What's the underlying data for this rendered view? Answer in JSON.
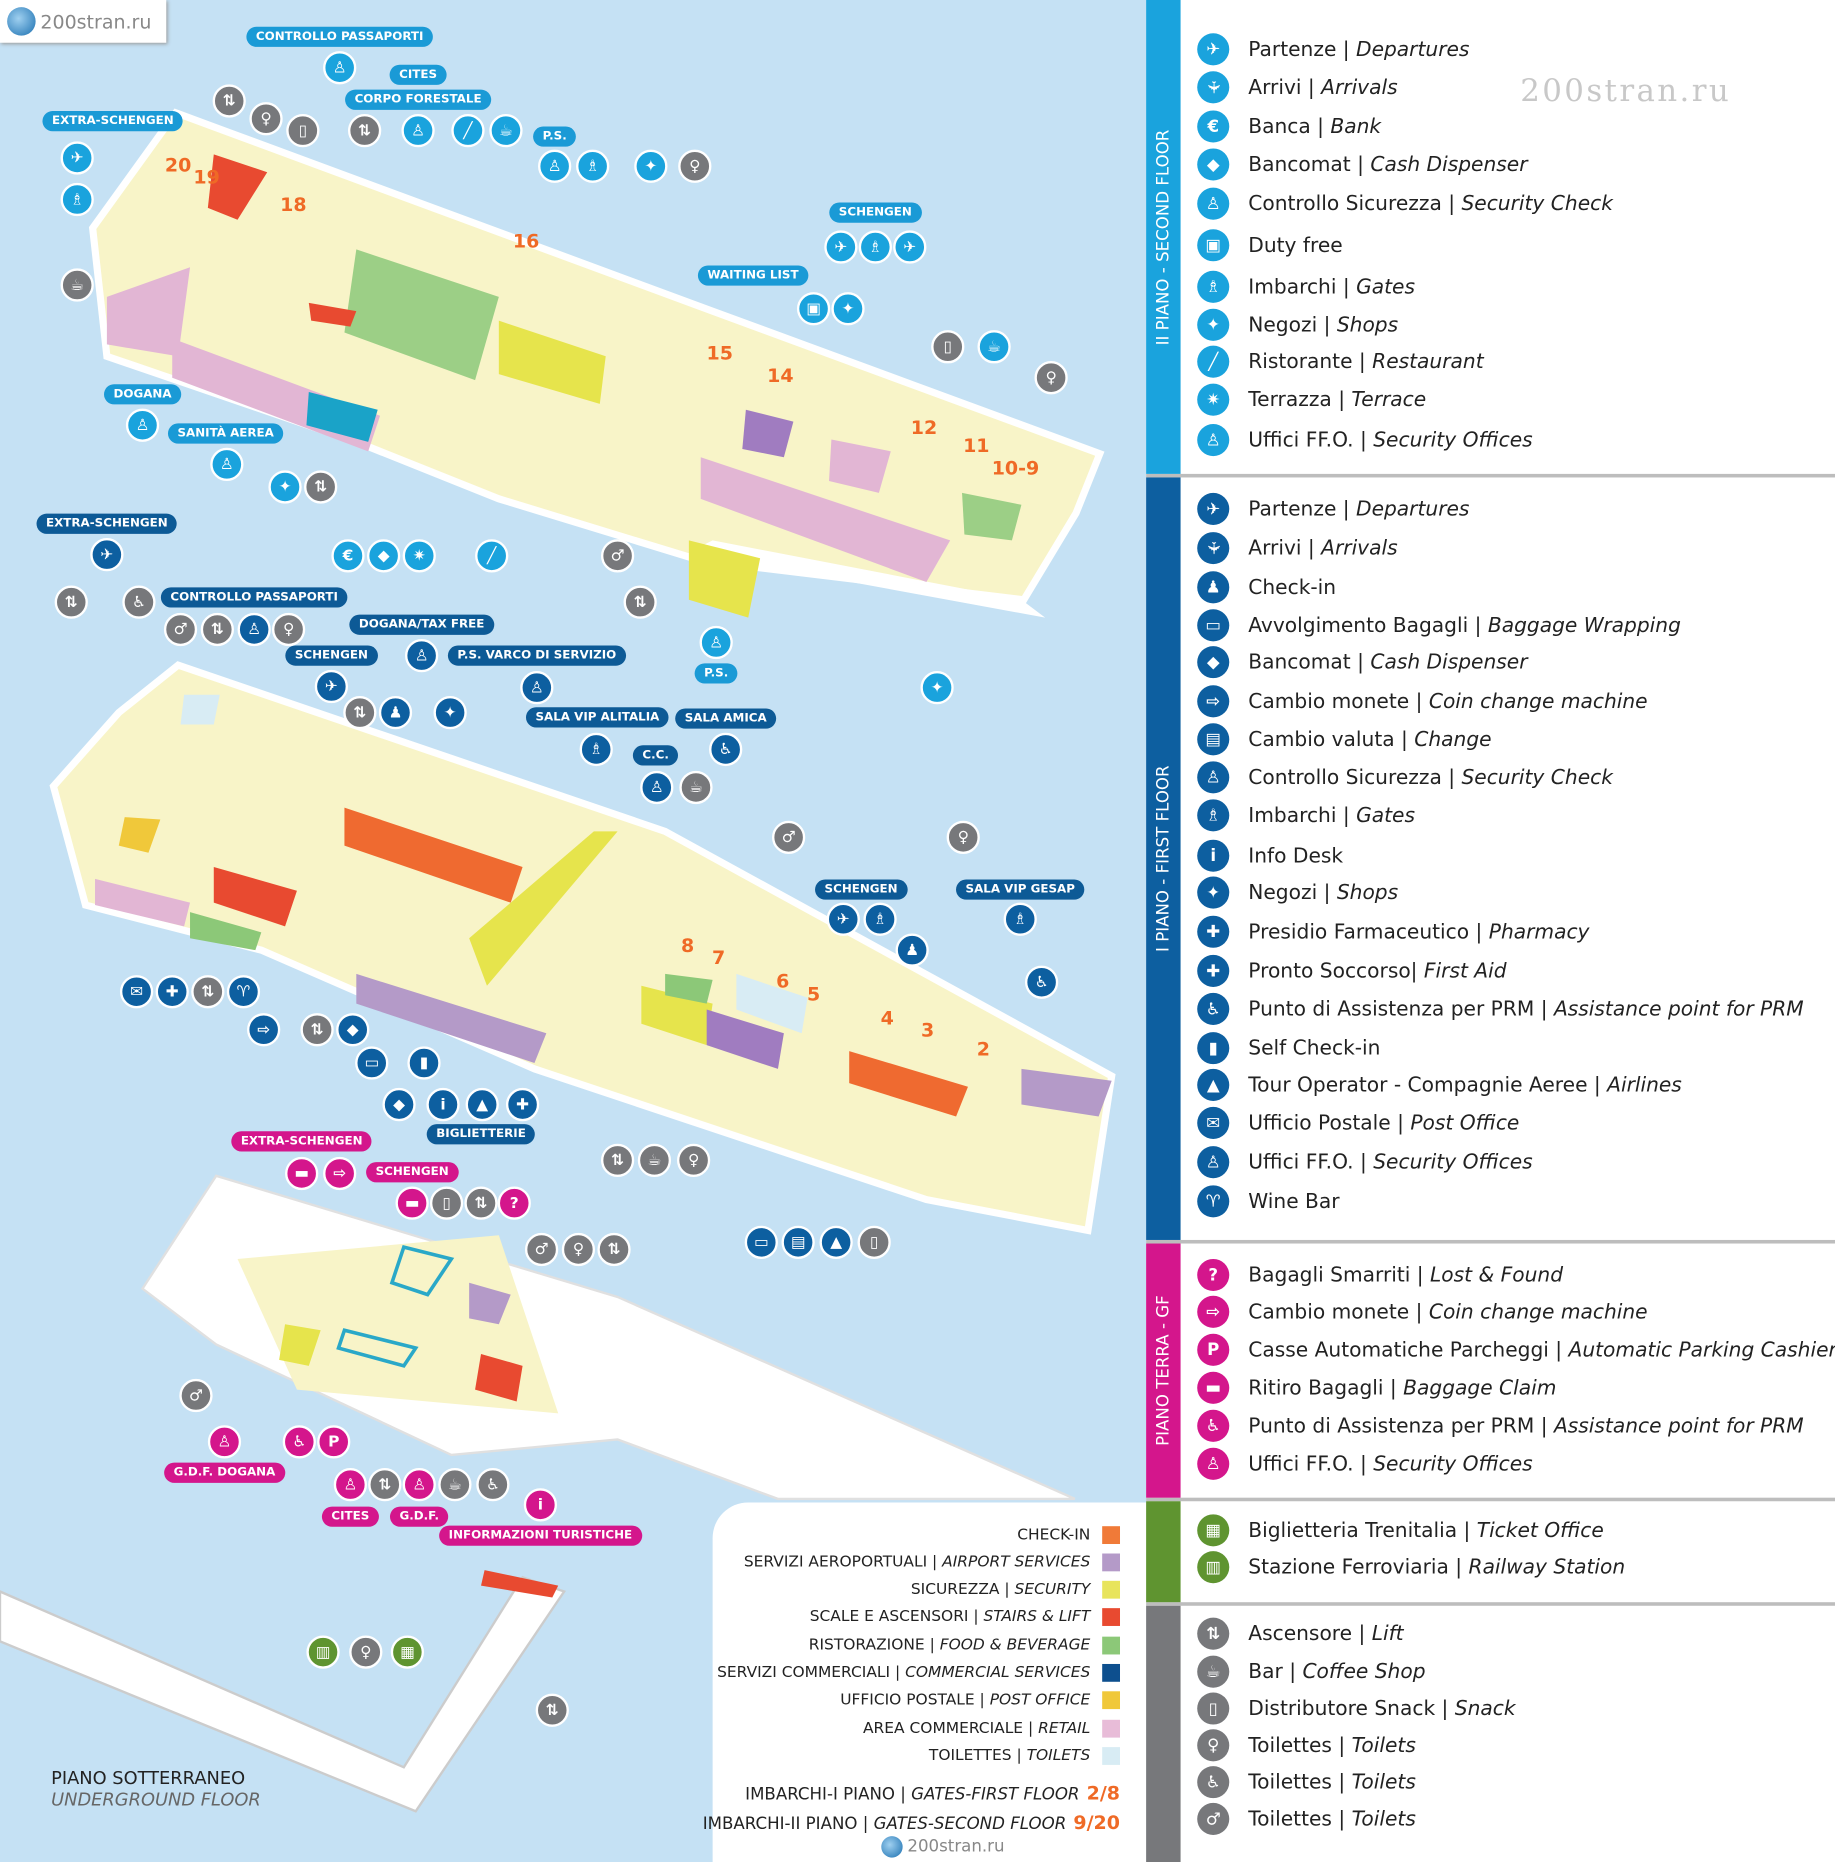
{
  "watermark": "200stran.ru",
  "map": {
    "second_floor_labels": [
      "CONTROLLO PASSAPORTI",
      "CITES",
      "CORPO FORESTALE",
      "EXTRA-SCHENGEN",
      "P.S.",
      "SCHENGEN",
      "WAITING LIST",
      "DOGANA",
      "SANITÀ AEREA"
    ],
    "first_floor_labels": [
      "EXTRA-SCHENGEN",
      "CONTROLLO PASSAPORTI",
      "DOGANA/TAX FREE",
      "SCHENGEN",
      "P.S. VARCO DI SERVIZIO",
      "SALA VIP ALITALIA",
      "SALA AMICA",
      "C.C.",
      "P.S.",
      "SCHENGEN",
      "SALA VIP GESAP",
      "BIGLIETTERIE"
    ],
    "ground_floor_labels": [
      "EXTRA-SCHENGEN",
      "SCHENGEN",
      "G.D.F. DOGANA",
      "CITES",
      "G.D.F.",
      "INFORMAZIONI TURISTICHE"
    ],
    "second_floor_gates": [
      "20",
      "19",
      "18",
      "16",
      "15",
      "14",
      "12",
      "11",
      "10-9"
    ],
    "first_floor_gates": [
      "8",
      "7",
      "6",
      "5",
      "4",
      "3",
      "2"
    ],
    "underground": {
      "label_it": "PIANO SOTTERRANEO",
      "label_en": "UNDERGROUND FLOOR"
    }
  },
  "key": {
    "areas": [
      {
        "it": "CHECK-IN",
        "en": "",
        "color": "#f07a38"
      },
      {
        "it": "SERVIZI AEROPORTUALI | ",
        "en": "AIRPORT SERVICES",
        "color": "#b49ac8"
      },
      {
        "it": "SICUREZZA | ",
        "en": "SECURITY",
        "color": "#e8e45c"
      },
      {
        "it": "SCALE E ASCENSORI  |  ",
        "en": "STAIRS & LIFT",
        "color": "#e84a30"
      },
      {
        "it": "RISTORAZIONE | ",
        "en": "FOOD & BEVERAGE",
        "color": "#8cc878"
      },
      {
        "it": "SERVIZI COMMERCIALI | ",
        "en": "COMMERCIAL SERVICES",
        "color": "#0d4f8e"
      },
      {
        "it": "UFFICIO POSTALE | ",
        "en": "POST OFFICE",
        "color": "#f0c83a"
      },
      {
        "it": "AREA COMMERCIALE | ",
        "en": "RETAIL",
        "color": "#e8bcd8"
      },
      {
        "it": "TOILETTES | ",
        "en": "TOILETS",
        "color": "#d8ecf4"
      }
    ],
    "gates": [
      {
        "it": "IMBARCHI-I PIANO | ",
        "en": "GATES-FIRST FLOOR",
        "range": "2/8"
      },
      {
        "it": "IMBARCHI-II PIANO | ",
        "en": "GATES-SECOND FLOOR",
        "range": "9/20"
      }
    ]
  },
  "legend": {
    "second_floor": {
      "title": "II PIANO - SECOND FLOOR",
      "color": "#1aa3dd",
      "items": [
        {
          "icon": "departures-icon",
          "it": "Partenze | ",
          "en": "Departures"
        },
        {
          "icon": "arrivals-icon",
          "it": "Arrivi | ",
          "en": "Arrivals"
        },
        {
          "icon": "bank-icon",
          "it": "Banca | ",
          "en": "Bank"
        },
        {
          "icon": "cash-dispenser-icon",
          "it": "Bancomat | ",
          "en": "Cash Dispenser"
        },
        {
          "icon": "security-check-icon",
          "it": "Controllo Sicurezza | ",
          "en": "Security Check"
        },
        {
          "icon": "duty-free-icon",
          "it": "Duty free",
          "en": ""
        },
        {
          "icon": "gates-icon",
          "it": "Imbarchi | ",
          "en": "Gates"
        },
        {
          "icon": "shops-icon",
          "it": "Negozi | ",
          "en": "Shops"
        },
        {
          "icon": "restaurant-icon",
          "it": "Ristorante | ",
          "en": "Restaurant"
        },
        {
          "icon": "terrace-icon",
          "it": "Terrazza | ",
          "en": "Terrace"
        },
        {
          "icon": "security-offices-icon",
          "it": "Uffici FF.O. | ",
          "en": "Security Offices"
        }
      ]
    },
    "first_floor": {
      "title": "I PIANO - FIRST FLOOR",
      "color": "#0d5fa0",
      "items": [
        {
          "icon": "departures-icon",
          "it": "Partenze | ",
          "en": "Departures"
        },
        {
          "icon": "arrivals-icon",
          "it": "Arrivi | ",
          "en": "Arrivals"
        },
        {
          "icon": "check-in-icon",
          "it": "Check-in",
          "en": ""
        },
        {
          "icon": "baggage-wrapping-icon",
          "it": "Avvolgimento Bagagli | ",
          "en": "Baggage Wrapping"
        },
        {
          "icon": "cash-dispenser-icon",
          "it": "Bancomat | ",
          "en": "Cash Dispenser"
        },
        {
          "icon": "coin-change-icon",
          "it": "Cambio monete | ",
          "en": "Coin change machine"
        },
        {
          "icon": "currency-change-icon",
          "it": "Cambio valuta | ",
          "en": "Change"
        },
        {
          "icon": "security-check-icon",
          "it": "Controllo Sicurezza | ",
          "en": "Security Check"
        },
        {
          "icon": "gates-icon",
          "it": "Imbarchi | ",
          "en": "Gates"
        },
        {
          "icon": "info-icon",
          "it": "Info Desk",
          "en": ""
        },
        {
          "icon": "shops-icon",
          "it": "Negozi | ",
          "en": "Shops"
        },
        {
          "icon": "pharmacy-icon",
          "it": "Presidio Farmaceutico | ",
          "en": "Pharmacy"
        },
        {
          "icon": "first-aid-icon",
          "it": "Pronto Soccorso| ",
          "en": "First Aid"
        },
        {
          "icon": "prm-assistance-icon",
          "it": "Punto di Assistenza per PRM | ",
          "en": "Assistance point for PRM"
        },
        {
          "icon": "self-check-in-icon",
          "it": "Self Check-in",
          "en": ""
        },
        {
          "icon": "airlines-icon",
          "it": "Tour Operator - Compagnie Aeree | ",
          "en": "Airlines"
        },
        {
          "icon": "post-office-icon",
          "it": "Ufficio Postale | ",
          "en": "Post Office"
        },
        {
          "icon": "security-offices-icon",
          "it": "Uffici FF.O. | ",
          "en": "Security Offices"
        },
        {
          "icon": "wine-bar-icon",
          "it": "Wine Bar",
          "en": ""
        }
      ]
    },
    "ground_floor": {
      "title": "PIANO TERRA - GF",
      "color": "#d4168c",
      "items": [
        {
          "icon": "lost-found-icon",
          "it": "Bagagli Smarriti | ",
          "en": "Lost & Found"
        },
        {
          "icon": "coin-change-icon",
          "it": "Cambio monete | ",
          "en": "Coin change machine"
        },
        {
          "icon": "parking-cashier-icon",
          "it": "Casse Automatiche Parcheggi | ",
          "en": "Automatic Parking Cashiers"
        },
        {
          "icon": "baggage-claim-icon",
          "it": "Ritiro Bagagli | ",
          "en": "Baggage Claim"
        },
        {
          "icon": "prm-assistance-icon",
          "it": "Punto di Assistenza per PRM | ",
          "en": "Assistance point for PRM"
        },
        {
          "icon": "security-offices-icon",
          "it": "Uffici FF.O. | ",
          "en": "Security Offices"
        }
      ]
    },
    "rail": {
      "color": "#5f9430",
      "items": [
        {
          "icon": "ticket-office-icon",
          "it": "Biglietteria Trenitalia | ",
          "en": "Ticket Office"
        },
        {
          "icon": "railway-station-icon",
          "it": "Stazione Ferroviaria | ",
          "en": "Railway Station"
        }
      ]
    },
    "general": {
      "color": "#77787b",
      "items": [
        {
          "icon": "lift-icon",
          "it": "Ascensore | ",
          "en": "Lift"
        },
        {
          "icon": "coffee-icon",
          "it": "Bar | ",
          "en": "Coffee Shop"
        },
        {
          "icon": "snack-icon",
          "it": "Distributore Snack | ",
          "en": "Snack"
        },
        {
          "icon": "toilets-icon",
          "it": "Toilettes | ",
          "en": "Toilets"
        },
        {
          "icon": "accessible-toilets-icon",
          "it": "Toilettes | ",
          "en": "Toilets"
        },
        {
          "icon": "family-toilets-icon",
          "it": "Toilettes | ",
          "en": "Toilets"
        }
      ]
    }
  }
}
